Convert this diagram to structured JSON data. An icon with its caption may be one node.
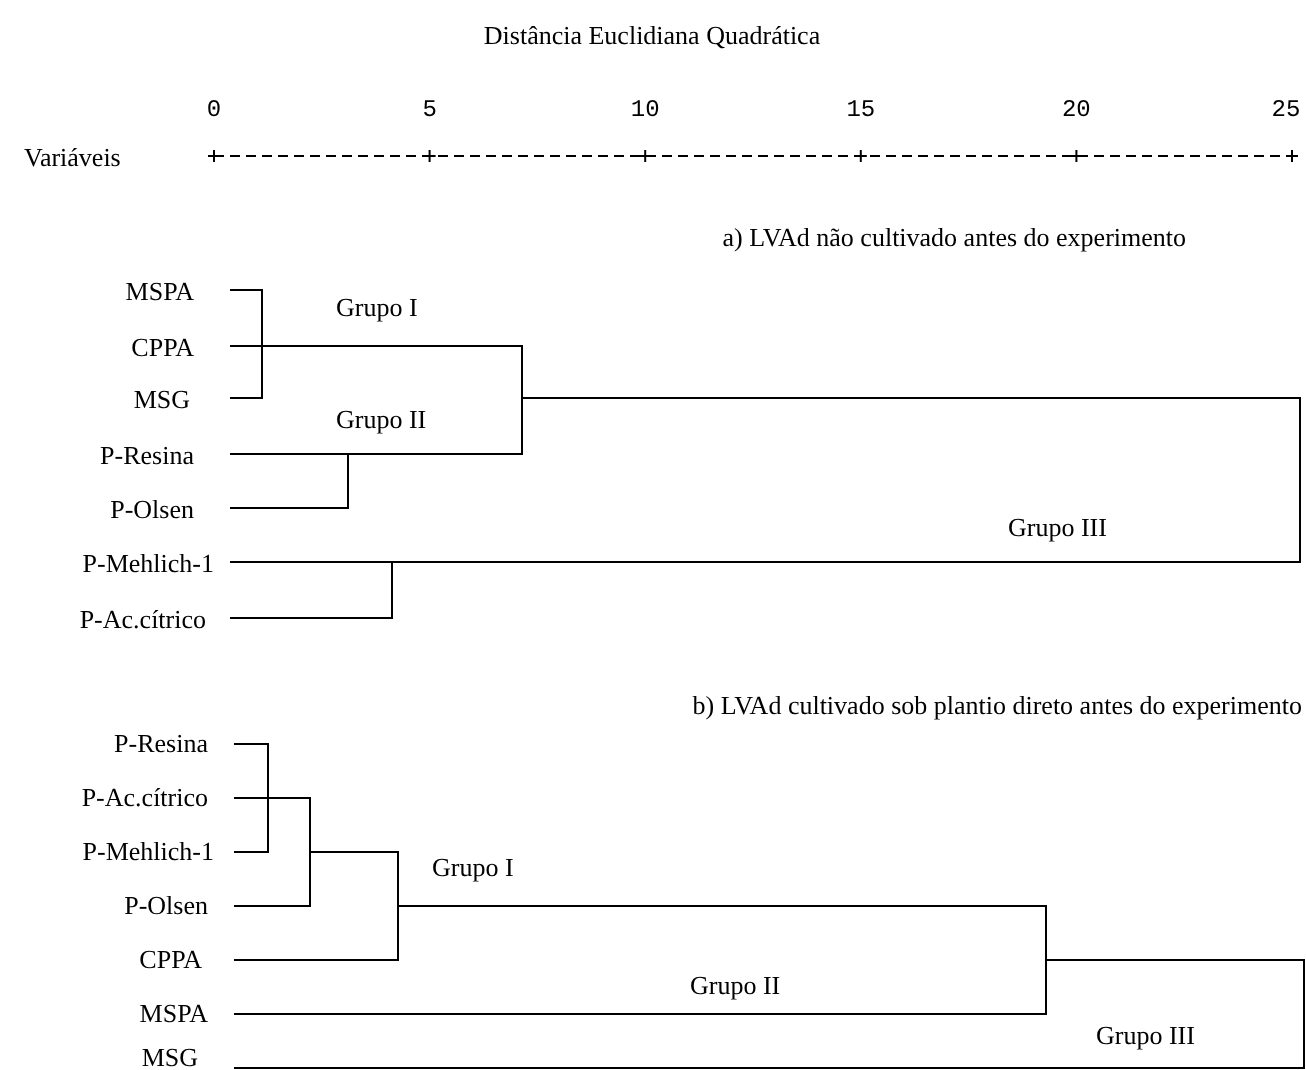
{
  "diagram": {
    "title": "Distância Euclidiana Quadrática",
    "labels": [
      "Variáveis",
      "0",
      "5",
      "10",
      "15",
      "20",
      "25",
      "a) LVAd não cultivado antes do experimento",
      "MSPA",
      "Grupo I",
      "CPPA",
      "MSG",
      "Grupo II",
      "P-Resina",
      "P-Olsen",
      "Grupo III",
      "P-Mehlich-1",
      "P-Ac.cítrico",
      "b) LVAd cultivado sob plantio direto antes do experimento",
      "P-Resina",
      "P-Ac.cítrico",
      "P-Mehlich-1",
      "Grupo I",
      "P-Olsen",
      "CPPA",
      "Grupo II",
      "MSPA",
      "Grupo III",
      "MSG"
    ]
  }
}
